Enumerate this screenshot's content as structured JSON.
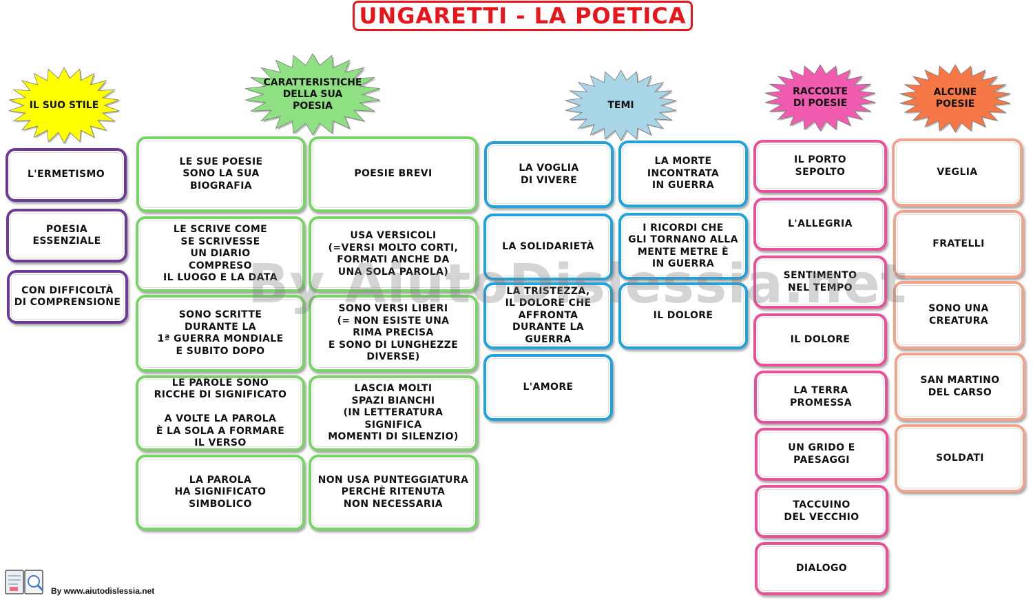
{
  "title": "UNGARETTI - LA POETICA",
  "bursts": [
    {
      "id": "stile",
      "label": "IL SUO STILE",
      "color": "#ffff00"
    },
    {
      "id": "caratteristiche",
      "label": "CARATTERISTICHE\nDELLA SUA\nPOESIA",
      "color": "#8ee083"
    },
    {
      "id": "temi",
      "label": "TEMI",
      "color": "#a9d6e6"
    },
    {
      "id": "raccolte",
      "label": "RACCOLTE\nDI POESIE",
      "color": "#f25cb0"
    },
    {
      "id": "alcune",
      "label": "ALCUNE\nPOESIE",
      "color": "#f77847"
    }
  ],
  "stile": [
    "L'ERMETISMO",
    "POESIA\nESSENZIALE",
    "CON DIFFICOLTÀ\nDI COMPRENSIONE"
  ],
  "caratteristiche_left": [
    "LE SUE POESIE\nSONO LA SUA\nBIOGRAFIA",
    "LE SCRIVE COME\nSE SCRIVESSE\nUN DIARIO\nCOMPRESO\nIL LUOGO E LA DATA",
    "SONO SCRITTE\nDURANTE LA\n1ª GUERRA MONDIALE\nE SUBITO DOPO",
    "LE PAROLE SONO\nRICCHE DI SIGNIFICATO\n\nA VOLTE LA PAROLA\nÈ LA SOLA A FORMARE\nIL VERSO",
    "LA PAROLA\nHA SIGNIFICATO\nSIMBOLICO"
  ],
  "caratteristiche_right": [
    "POESIE BREVI",
    "USA VERSICOLI\n(=VERSI MOLTO CORTI,\nFORMATI ANCHE DA\nUNA SOLA PAROLA)",
    "SONO VERSI LIBERI\n(= NON ESISTE UNA\nRIMA PRECISA\nE SONO DI LUNGHEZZE\nDIVERSE)",
    "LASCIA MOLTI\nSPAZI BIANCHI\n(IN LETTERATURA\nSIGNIFICA\nMOMENTI DI SILENZIO)",
    "NON USA PUNTEGGIATURA\nPERCHÈ RITENUTA\nNON NECESSARIA"
  ],
  "temi_left": [
    "LA VOGLIA\nDI VIVERE",
    "LA SOLIDARIETÀ",
    "LA TRISTEZZA,\nIL DOLORE CHE\nAFFRONTA\nDURANTE LA\nGUERRA",
    "L'AMORE"
  ],
  "temi_right": [
    "LA MORTE\nINCONTRATA\nIN GUERRA",
    "I RICORDI CHE\nGLI TORNANO ALLA\nMENTE METRE È\nIN GUERRA",
    "IL DOLORE"
  ],
  "raccolte": [
    "IL PORTO\nSEPOLTO",
    "L'ALLEGRIA",
    "SENTIMENTO\nNEL TEMPO",
    "IL DOLORE",
    "LA TERRA\nPROMESSA",
    "UN GRIDO E\nPAESAGGI",
    "TACCUINO\nDEL VECCHIO",
    "DIALOGO"
  ],
  "alcune": [
    "VEGLIA",
    "FRATELLI",
    "SONO UNA\nCREATURA",
    "SAN MARTINO\nDEL CARSO",
    "SOLDATI"
  ],
  "watermark": "By AiutoDislessia.net",
  "footer": "By www.aiutodislessia.net",
  "colors": {
    "title": "#e8161c",
    "stile_border": "#6e3a9a",
    "caratteristiche_border": "#79d468",
    "temi_border": "#20a2dc",
    "raccolte_border": "#ea4f9a",
    "alcune_border": "#f2a38c"
  }
}
